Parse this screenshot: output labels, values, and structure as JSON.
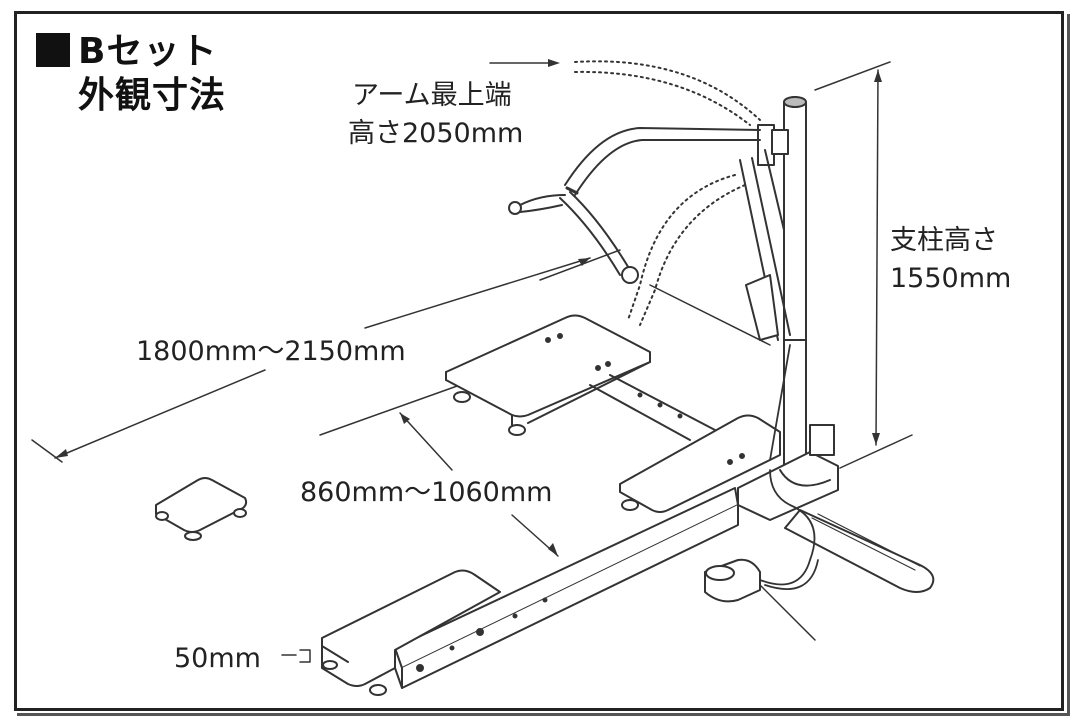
{
  "title": {
    "marker": "■",
    "line1": "Bセット",
    "line2": "外観寸法"
  },
  "dimensions": {
    "arm_top": {
      "line1": "アーム最上端",
      "line2": "高さ2050mm"
    },
    "column_height": {
      "line1": "支柱高さ",
      "line2": "1550mm"
    },
    "overall_length": "1800mm～2150mm",
    "base_width": "860mm～1060mm",
    "step_height": "50mm"
  },
  "components": [
    "column-post",
    "lift-arm",
    "arm-raised-position-dotted",
    "arm-lowered-position-dotted",
    "actuator",
    "rear-platform-board",
    "middle-platform-board",
    "front-platform-board",
    "small-step-block",
    "base-rail",
    "base-leg",
    "hand-control-box"
  ],
  "colors": {
    "line": "#333333",
    "border": "#222222",
    "background": "#ffffff"
  }
}
